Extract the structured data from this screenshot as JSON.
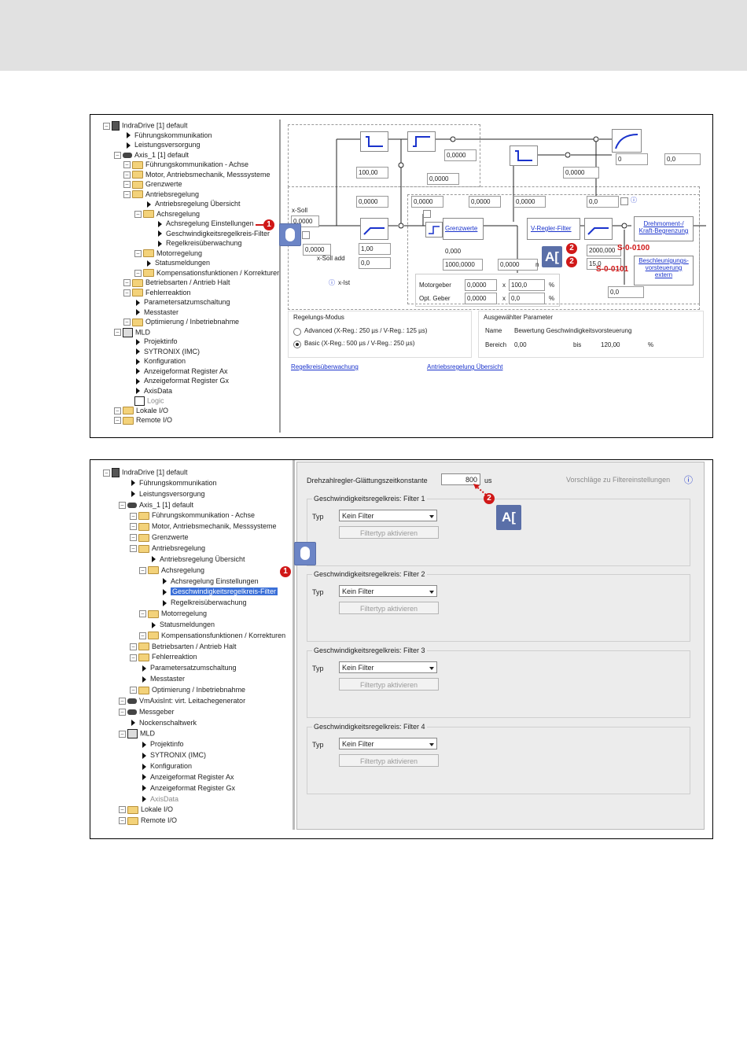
{
  "screenshot1": {
    "tree": [
      {
        "label": "IndraDrive [1] default",
        "icon": "drive-icon"
      },
      {
        "label": "Führungskommunikation",
        "icon": "arrow-icon"
      },
      {
        "label": "Leistungsversorgung",
        "icon": "arrow-icon"
      },
      {
        "label": "Axis_1 [1] default",
        "icon": "axis-icon"
      },
      {
        "label": "Führungskommunikation - Achse",
        "icon": "folder-icon"
      },
      {
        "label": "Motor, Antriebsmechanik, Messsysteme",
        "icon": "folder-icon"
      },
      {
        "label": "Grenzwerte",
        "icon": "folder-icon"
      },
      {
        "label": "Antriebsregelung",
        "icon": "folder-icon"
      },
      {
        "label": "Antriebsregelung Übersicht",
        "icon": "arrow-icon"
      },
      {
        "label": "Achsregelung",
        "icon": "folder-icon"
      },
      {
        "label": "Achsregelung Einstellungen",
        "icon": "arrow-icon"
      },
      {
        "label": "Geschwindigkeitsregelkreis-Filter",
        "icon": "arrow-icon"
      },
      {
        "label": "Regelkreisüberwachung",
        "icon": "arrow-icon"
      },
      {
        "label": "Motorregelung",
        "icon": "folder-icon"
      },
      {
        "label": "Statusmeldungen",
        "icon": "arrow-icon"
      },
      {
        "label": "Kompensationsfunktionen / Korrekturen",
        "icon": "folder-icon"
      },
      {
        "label": "Betriebsarten / Antrieb Halt",
        "icon": "folder-icon"
      },
      {
        "label": "Fehlerreaktion",
        "icon": "folder-icon"
      },
      {
        "label": "Parametersatzumschaltung",
        "icon": "arrow-icon"
      },
      {
        "label": "Messtaster",
        "icon": "arrow-icon"
      },
      {
        "label": "Optimierung / Inbetriebnahme",
        "icon": "folder-icon"
      },
      {
        "label": "MLD",
        "icon": "mld-icon"
      },
      {
        "label": "Projektinfo",
        "icon": "arrow-icon"
      },
      {
        "label": "SYTRONIX (IMC)",
        "icon": "arrow-icon"
      },
      {
        "label": "Konfiguration",
        "icon": "arrow-icon"
      },
      {
        "label": "Anzeigeformat Register Ax",
        "icon": "arrow-icon"
      },
      {
        "label": "Anzeigeformat Register Gx",
        "icon": "arrow-icon"
      },
      {
        "label": "AxisData",
        "icon": "arrow-icon"
      },
      {
        "label": "Logic",
        "icon": "doc-icon"
      },
      {
        "label": "Lokale I/O",
        "icon": "folder-icon"
      },
      {
        "label": "Remote I/O",
        "icon": "folder-icon"
      }
    ],
    "diagram": {
      "v_top1": "0,0000",
      "v_100": "100,00",
      "v_top2": "0,0000",
      "v_top3": "0,0000",
      "v_0": "0",
      "v_00": "0,0",
      "x_soll": "x-Soll",
      "x_soll_val": "0,0000",
      "x_soll_add": "x-Soll add",
      "x_soll_add_val": "0,0000",
      "x_ist": "x-Ist",
      "v_a1": "0,0000",
      "v_a2": "1,00",
      "v_a3": "0,0",
      "v_b1": "0,0000",
      "v_b2": "0,0000",
      "v_b3": "0,0000",
      "v_b4": "0,0",
      "v_c1": "0,000",
      "v_c2": "1000,0000",
      "v_c3": "0,0000",
      "link_grenzwerte": "Grenzwerte",
      "link_vfilter": "V-Regler-Filter",
      "link_drehmoment": "Drehmoment-/ Kraft-Begrenzung",
      "link_beschleunigung": "Beschleunigungs- vorsteuerung extern",
      "v_2000": "2000,000",
      "v_15": "15,0",
      "v_bottom": "0,0",
      "motorgeber_label": "Motorgeber",
      "motorgeber_val": "0,0000",
      "motorgeber_x": "x",
      "motorgeber_pct_val": "100,0",
      "motorgeber_pct": "%",
      "optgeber_label": "Opt. Geber",
      "optgeber_val": "0,0000",
      "optgeber_x": "x",
      "optgeber_pct_val": "0,0",
      "optgeber_pct": "%",
      "n_label": "n"
    },
    "regelungs_modus": {
      "title": "Regelungs-Modus",
      "opt_advanced": "Advanced (X-Reg.: 250 µs / V-Reg.: 125 µs)",
      "opt_basic": "Basic (X-Reg.: 500 µs / V-Reg.: 250 µs)",
      "selected": "basic"
    },
    "ausgewaehlter_parameter": {
      "title": "Ausgewählter Parameter",
      "name_label": "Name",
      "name_value": "Bewertung Geschwindigkeitsvorsteuerung",
      "bereich_label": "Bereich",
      "bereich_from": "0,00",
      "bis_label": "bis",
      "bereich_to": "120,00",
      "unit": "%"
    },
    "links": {
      "regelkreis": "Regelkreisüberwachung",
      "antrieb": "Antriebsregelung Übersicht"
    },
    "callouts": {
      "badge1": "1",
      "badge2": "2",
      "param1": "S-0-0100",
      "param2": "S-0-0101",
      "ai_icon": "A["
    }
  },
  "screenshot2": {
    "tree": [
      {
        "label": "IndraDrive [1] default",
        "icon": "drive-icon"
      },
      {
        "label": "Führungskommunikation",
        "icon": "arrow-icon"
      },
      {
        "label": "Leistungsversorgung",
        "icon": "arrow-icon"
      },
      {
        "label": "Axis_1 [1] default",
        "icon": "axis-icon"
      },
      {
        "label": "Führungskommunikation - Achse",
        "icon": "folder-icon"
      },
      {
        "label": "Motor, Antriebsmechanik, Messsysteme",
        "icon": "folder-icon"
      },
      {
        "label": "Grenzwerte",
        "icon": "folder-icon"
      },
      {
        "label": "Antriebsregelung",
        "icon": "folder-icon"
      },
      {
        "label": "Antriebsregelung Übersicht",
        "icon": "arrow-icon"
      },
      {
        "label": "Achsregelung",
        "icon": "folder-icon"
      },
      {
        "label": "Achsregelung Einstellungen",
        "icon": "arrow-icon"
      },
      {
        "label": "Geschwindigkeitsregelkreis-Filter",
        "icon": "arrow-icon",
        "selected": true
      },
      {
        "label": "Regelkreisüberwachung",
        "icon": "arrow-icon"
      },
      {
        "label": "Motorregelung",
        "icon": "folder-icon"
      },
      {
        "label": "Statusmeldungen",
        "icon": "arrow-icon"
      },
      {
        "label": "Kompensationsfunktionen / Korrekturen",
        "icon": "folder-icon"
      },
      {
        "label": "Betriebsarten / Antrieb Halt",
        "icon": "folder-icon"
      },
      {
        "label": "Fehlerreaktion",
        "icon": "folder-icon"
      },
      {
        "label": "Parametersatzumschaltung",
        "icon": "arrow-icon"
      },
      {
        "label": "Messtaster",
        "icon": "arrow-icon"
      },
      {
        "label": "Optimierung / Inbetriebnahme",
        "icon": "folder-icon"
      },
      {
        "label": "VmAxisInt: virt. Leitachegenerator",
        "icon": "axis-icon"
      },
      {
        "label": "Messgeber",
        "icon": "axis-icon"
      },
      {
        "label": "Nockenschaltwerk",
        "icon": "arrow-icon"
      },
      {
        "label": "MLD",
        "icon": "mld-icon"
      },
      {
        "label": "Projektinfo",
        "icon": "arrow-icon"
      },
      {
        "label": "SYTRONIX (IMC)",
        "icon": "arrow-icon"
      },
      {
        "label": "Konfiguration",
        "icon": "arrow-icon"
      },
      {
        "label": "Anzeigeformat Register Ax",
        "icon": "arrow-icon"
      },
      {
        "label": "Anzeigeformat Register Gx",
        "icon": "arrow-icon"
      },
      {
        "label": "AxisData",
        "icon": "arrow-icon",
        "disabled": true
      },
      {
        "label": "Lokale I/O",
        "icon": "folder-icon"
      },
      {
        "label": "Remote I/O",
        "icon": "folder-icon"
      }
    ],
    "header": {
      "label": "Drehzahlregler-Glättungszeitkonstante",
      "value": "800",
      "unit": "us",
      "suggestions": "Vorschläge zu Filtereinstellungen"
    },
    "filters": [
      {
        "title": "Geschwindigkeitsregelkreis: Filter 1",
        "typ_label": "Typ",
        "typ_value": "Kein Filter",
        "button": "Filtertyp aktivieren"
      },
      {
        "title": "Geschwindigkeitsregelkreis: Filter 2",
        "typ_label": "Typ",
        "typ_value": "Kein Filter",
        "button": "Filtertyp aktivieren"
      },
      {
        "title": "Geschwindigkeitsregelkreis: Filter 3",
        "typ_label": "Typ",
        "typ_value": "Kein Filter",
        "button": "Filtertyp aktivieren"
      },
      {
        "title": "Geschwindigkeitsregelkreis: Filter 4",
        "typ_label": "Typ",
        "typ_value": "Kein Filter",
        "button": "Filtertyp aktivieren"
      }
    ],
    "callouts": {
      "badge1": "1",
      "badge2": "2",
      "ai_icon": "A["
    }
  }
}
